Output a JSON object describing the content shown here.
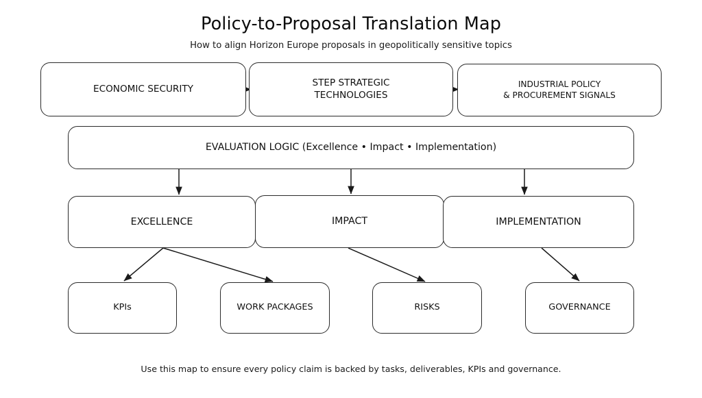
{
  "header": {
    "title": "Policy-to-Proposal Translation Map",
    "subtitle": "How to align Horizon Europe proposals in geopolitically sensitive topics"
  },
  "footer": {
    "note": "Use this map to ensure every policy claim is backed by tasks, deliverables, KPIs and governance."
  },
  "colors": {
    "background": "#ffffff",
    "node_border": "#2a2a2a",
    "node_fill": "#ffffff",
    "text": "#101010",
    "edge": "#1a1a1a"
  },
  "diagram": {
    "type": "flowchart",
    "orientation": "top-down",
    "rows": [
      {
        "name": "policy-drivers",
        "nodes": [
          {
            "id": "economic-security",
            "label": "ECONOMIC SECURITY"
          },
          {
            "id": "step-strategic",
            "label": "STEP STRATEGIC\nTECHNOLOGIES"
          },
          {
            "id": "industrial-policy",
            "label": "INDUSTRIAL POLICY\n& PROCUREMENT SIGNALS"
          }
        ]
      },
      {
        "name": "evaluation",
        "nodes": [
          {
            "id": "evaluation-logic",
            "label": "EVALUATION LOGIC  (Excellence • Impact • Implementation)"
          }
        ]
      },
      {
        "name": "criteria",
        "nodes": [
          {
            "id": "excellence",
            "label": "EXCELLENCE"
          },
          {
            "id": "impact",
            "label": "IMPACT"
          },
          {
            "id": "implementation",
            "label": "IMPLEMENTATION"
          }
        ]
      },
      {
        "name": "artifacts",
        "nodes": [
          {
            "id": "kpis",
            "label": "KPIs"
          },
          {
            "id": "work-packages",
            "label": "WORK PACKAGES"
          },
          {
            "id": "risks",
            "label": "RISKS"
          },
          {
            "id": "governance",
            "label": "GOVERNANCE"
          }
        ]
      }
    ],
    "edges": [
      {
        "from": "economic-security",
        "to": "step-strategic",
        "style": "arrow-right"
      },
      {
        "from": "step-strategic",
        "to": "industrial-policy",
        "style": "arrow-right"
      },
      {
        "from": "evaluation-logic",
        "to": "excellence",
        "style": "arrow-down"
      },
      {
        "from": "evaluation-logic",
        "to": "impact",
        "style": "arrow-down"
      },
      {
        "from": "evaluation-logic",
        "to": "implementation",
        "style": "arrow-down"
      },
      {
        "from": "excellence",
        "to": "kpis",
        "style": "arrow-diagonal"
      },
      {
        "from": "excellence",
        "to": "work-packages",
        "style": "arrow-diagonal"
      },
      {
        "from": "impact",
        "to": "risks",
        "style": "arrow-diagonal"
      },
      {
        "from": "implementation",
        "to": "governance",
        "style": "arrow-diagonal"
      }
    ]
  }
}
